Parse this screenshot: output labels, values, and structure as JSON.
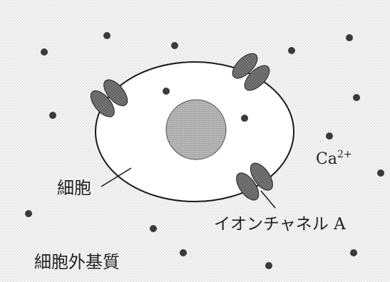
{
  "labels": {
    "cell": "細胞",
    "calcium": "Ca",
    "calcium_charge": "2+",
    "ion_channel": "イオンチャネル A",
    "extracellular_matrix": "細胞外基質"
  },
  "colors": {
    "background_stipple": "#c9c9c9",
    "cell_fill": "#ffffff",
    "outline": "#1a1a1a",
    "nucleus": "#a9a9a9",
    "channel": "#6f6f6f",
    "ion": "#3a3a3a"
  }
}
